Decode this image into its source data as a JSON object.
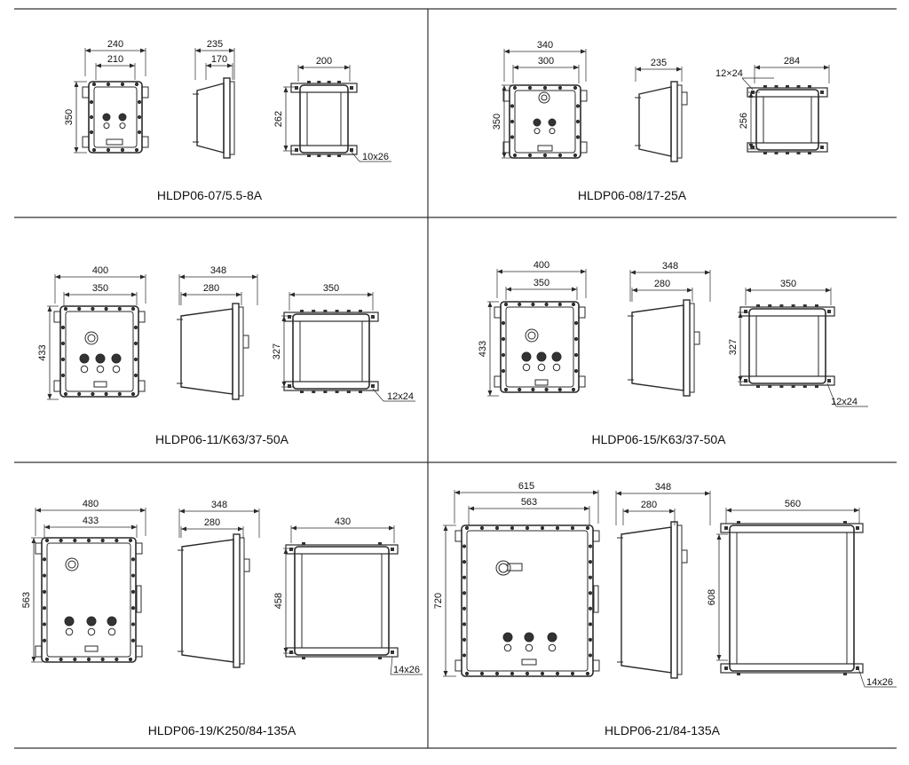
{
  "colors": {
    "line": "#2a2a2a",
    "text": "#111111",
    "grid": "#333333"
  },
  "panels": [
    {
      "caption": "HLDP06-07/5.5-8A",
      "front": {
        "width_outer": "240",
        "width_inner": "210",
        "height": "350"
      },
      "side": {
        "depth_outer": "235",
        "depth_inner": "170"
      },
      "back": {
        "width": "200",
        "height": "262",
        "hole": "10x26"
      }
    },
    {
      "caption": "HLDP06-08/17-25A",
      "front": {
        "width_outer": "340",
        "width_inner": "300",
        "height": "350"
      },
      "side": {
        "depth_outer": "235"
      },
      "back": {
        "width": "284",
        "height": "256",
        "hole": "12×24"
      }
    },
    {
      "caption": "HLDP06-11/K63/37-50A",
      "front": {
        "width_outer": "400",
        "width_inner": "350",
        "height": "433"
      },
      "side": {
        "depth_outer": "348",
        "depth_inner": "280"
      },
      "back": {
        "width": "350",
        "height": "327",
        "hole": "12x24"
      }
    },
    {
      "caption": "HLDP06-15/K63/37-50A",
      "front": {
        "width_outer": "400",
        "width_inner": "350",
        "height": "433"
      },
      "side": {
        "depth_outer": "348",
        "depth_inner": "280"
      },
      "back": {
        "width": "350",
        "height": "327",
        "hole": "12x24"
      }
    },
    {
      "caption": "HLDP06-19/K250/84-135A",
      "front": {
        "width_outer": "480",
        "width_inner": "433",
        "height": "563"
      },
      "side": {
        "depth_outer": "348",
        "depth_inner": "280"
      },
      "back": {
        "width": "430",
        "height": "458",
        "hole": "14x26"
      }
    },
    {
      "caption": "HLDP06-21/84-135A",
      "front": {
        "width_outer": "615",
        "width_inner": "563",
        "height": "720"
      },
      "side": {
        "depth_outer": "348",
        "depth_inner": "280"
      },
      "back": {
        "width": "560",
        "height": "608",
        "hole": "14x26"
      }
    }
  ]
}
